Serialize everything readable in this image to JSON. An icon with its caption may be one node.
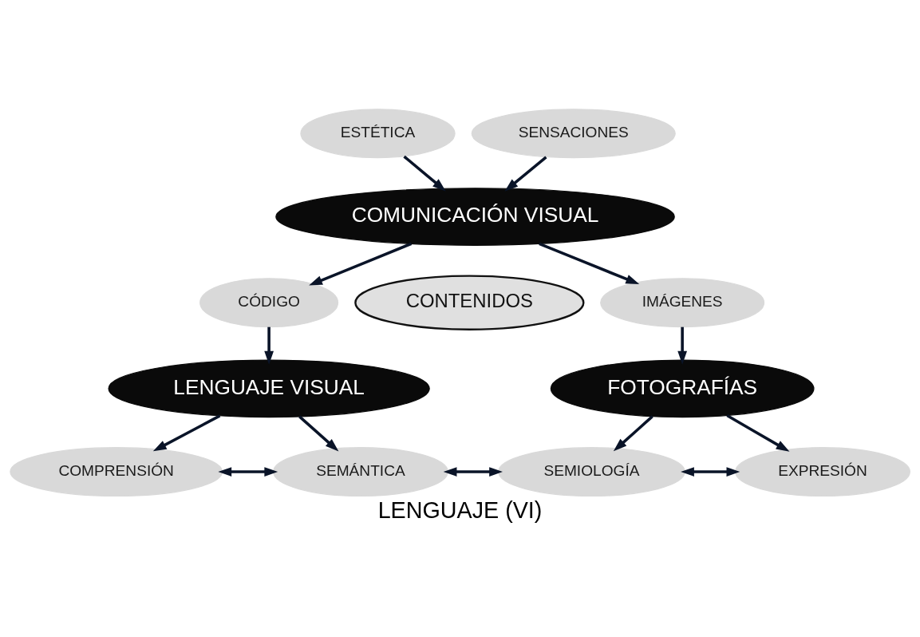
{
  "diagram": {
    "caption": "LENGUAJE (VI)",
    "nodes": [
      {
        "text": [
          "ESTÉTICA"
        ]
      },
      {
        "text": [
          "SENSACIONES"
        ]
      },
      {
        "text": [
          "COMUNICACIÓN VISUAL"
        ]
      },
      {
        "text": [
          "CÓDIGO"
        ]
      },
      {
        "text": [
          "CONTENIDOS"
        ]
      },
      {
        "text": [
          "IMÁGENES"
        ]
      },
      {
        "text": [
          "LENGUAJE VISUAL"
        ]
      },
      {
        "text": [
          "FOTOGRAFÍAS"
        ]
      },
      {
        "text": [
          "COMPRENSIÓN"
        ]
      },
      {
        "text": [
          "SEMÁNTICA"
        ]
      },
      {
        "text": [
          "SEMIOLOGÍA"
        ]
      },
      {
        "text": [
          "EXPRESIÓN"
        ]
      }
    ],
    "edges": [
      {
        "from": 0,
        "to": 2,
        "arrow": "to"
      },
      {
        "from": 1,
        "to": 2,
        "arrow": "to"
      },
      {
        "from": 2,
        "to": 3,
        "arrow": "to"
      },
      {
        "from": 2,
        "to": 5,
        "arrow": "to"
      },
      {
        "from": 3,
        "to": 6,
        "arrow": "to"
      },
      {
        "from": 5,
        "to": 7,
        "arrow": "to"
      },
      {
        "from": 6,
        "to": 8,
        "arrow": "to"
      },
      {
        "from": 6,
        "to": 9,
        "arrow": "to"
      },
      {
        "from": 7,
        "to": 10,
        "arrow": "to"
      },
      {
        "from": 7,
        "to": 11,
        "arrow": "to"
      },
      {
        "from": 8,
        "to": 9,
        "arrow": "both"
      },
      {
        "from": 9,
        "to": 10,
        "arrow": "both"
      },
      {
        "from": 10,
        "to": 11,
        "arrow": "both"
      }
    ]
  }
}
